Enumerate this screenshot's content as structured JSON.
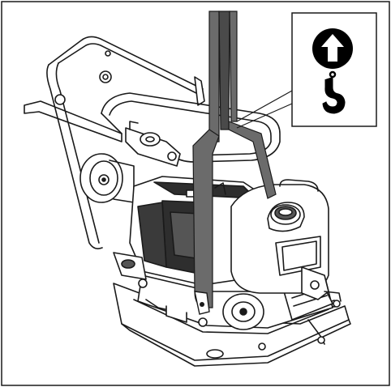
{
  "figure": {
    "subject": "plate-compactor",
    "lifting_sling_count": 1,
    "inset_symbol": {
      "icon": "lift-hook-icon",
      "arrow_direction": "up"
    }
  },
  "colors": {
    "line": "#1a1a1a",
    "sling": "#6b6b6b",
    "sling_dark": "#4a4a4a",
    "engine_dark": "#2e2e2e",
    "background": "#ffffff",
    "symbol_fill": "#000000"
  }
}
